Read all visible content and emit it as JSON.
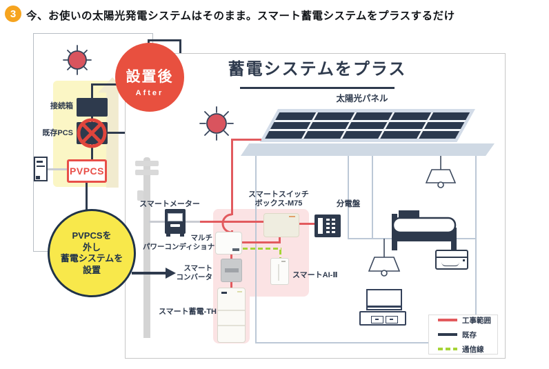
{
  "header": {
    "badge_number": "3",
    "title": "今、お使いの太陽光発電システムはそのまま。スマート蓄電システムをプラスするだけ"
  },
  "after_badge": {
    "title": "設置後",
    "subtitle": "After"
  },
  "before_panel": {
    "junction_box": "接続箱",
    "existing_pcs": "既存PCS",
    "pvpcs": "PVPCS",
    "note_line1": "PVPCSを",
    "note_line2": "外し",
    "note_line3": "蓄電システムを",
    "note_line4": "設置"
  },
  "main_panel": {
    "title": "蓄電システムをプラス",
    "solar_panel_label": "太陽光パネル",
    "smart_meter": "スマートメーター",
    "switch_box_line1": "スマートスイッチ",
    "switch_box_line2": "ボックス-M75",
    "distribution_board": "分電盤",
    "power_conditioner_line1": "マルチ",
    "power_conditioner_line2": "パワーコンディショナ",
    "converter_line1": "スマート",
    "converter_line2": "コンバータ",
    "smart_ai": "スマートAI-Ⅱ",
    "smart_battery": "スマート蓄電-TH",
    "legend": [
      {
        "label": "工事範囲",
        "style": "solid",
        "color": "#e25a5e"
      },
      {
        "label": "既存",
        "style": "solid",
        "color": "#2e3a4d"
      },
      {
        "label": "通信線",
        "style": "dashed",
        "color": "#a6d437"
      }
    ]
  },
  "colors": {
    "accent_red": "#e8503f",
    "wire_red": "#e25a5e",
    "wire_existing": "#2e3a4d",
    "wire_comm_green": "#a6d437",
    "highlight_yellow": "#fbf6c5",
    "note_yellow": "#f8e84b",
    "highlight_pink": "#fbe3e4",
    "header_orange": "#f6a41f"
  }
}
